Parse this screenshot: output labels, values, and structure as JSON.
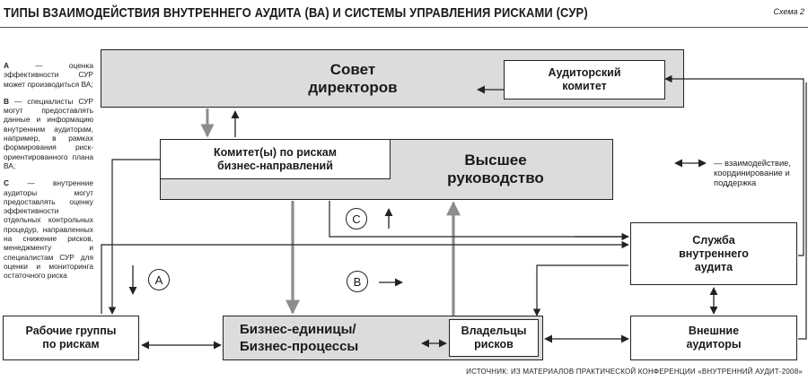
{
  "title": "ТИПЫ ВЗАИМОДЕЙСТВИЯ ВНУТРЕННЕГО АУДИТА (ВА) И СИСТЕМЫ УПРАВЛЕНИЯ РИСКАМИ (СУР)",
  "scheme_label": "Схема 2",
  "legend": {
    "a_key": "А",
    "a_text": " — оценка эффективности СУР может производиться ВА;",
    "b_key": "В",
    "b_text": " — специалисты СУР могут предоставлять данные и информацию внутренним аудиторам, например, в рамках формирования риск-ориентированного плана ВА;",
    "c_key": "С",
    "c_text": " — внутренние аудиторы могут предоставлять оценку эффективности отдельных контрольных процедур, направленных на снижение рисков, менеджменту и специалистам СУР для оценки и мониторинга остаточного риска"
  },
  "nodes": {
    "board": "Совет директоров",
    "audit_committee": "Аудиторский комитет",
    "risk_committee": "Комитет(ы) по рискам бизнес-направлений",
    "senior_mgmt": "Высшее руководство",
    "business_units": "Бизнес-единицы/ Бизнес-процессы",
    "risk_owners": "Владельцы рисков",
    "working_groups": "Рабочие группы по рискам",
    "internal_audit": "Служба внутреннего аудита",
    "external_auditors": "Внешние аудиторы"
  },
  "markers": {
    "a": "A",
    "b": "B",
    "c": "C"
  },
  "interaction_note": "— взаимодействие, координирование и поддержка",
  "source": "ИСТОЧНИК: ИЗ МАТЕРИАЛОВ ПРАКТИЧЕСКОЙ КОНФЕРЕНЦИИ «ВНУТРЕННИЙ АУДИТ-2008»",
  "colors": {
    "box_gray": "#dcdcdc",
    "line": "#222222",
    "thick_arrow": "#8c8c8c"
  }
}
